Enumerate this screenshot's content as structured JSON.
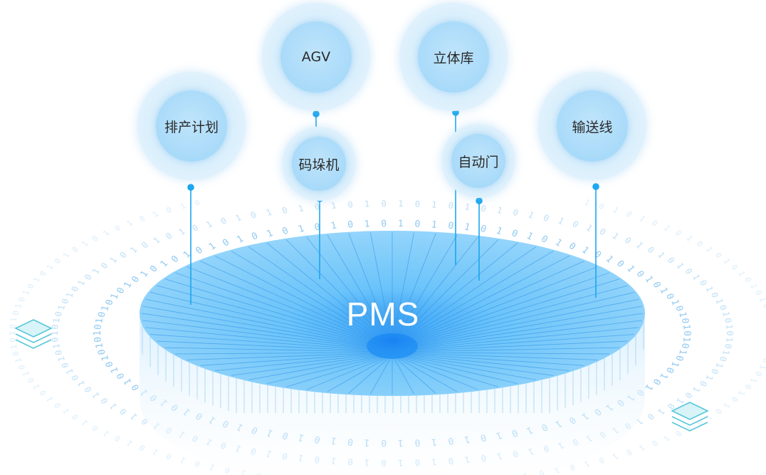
{
  "center": {
    "label": "PMS"
  },
  "nodes": [
    {
      "label": "排产计划"
    },
    {
      "label": "AGV"
    },
    {
      "label": "码垛机"
    },
    {
      "label": "立体库"
    },
    {
      "label": "自动门"
    },
    {
      "label": "输送线"
    }
  ],
  "binary_ring_text": "0101010101",
  "icons": [
    "layer-stack-icon-left",
    "layer-stack-icon-right"
  ],
  "colors": {
    "disc_top": "#6cc4fa",
    "disc_center": "#1e90f5",
    "connector": "#1aa6f0",
    "bubble_core": "#a8daf9",
    "bubble_halo": "#dcf0fc",
    "binary_digits": "#7fc0ee"
  }
}
